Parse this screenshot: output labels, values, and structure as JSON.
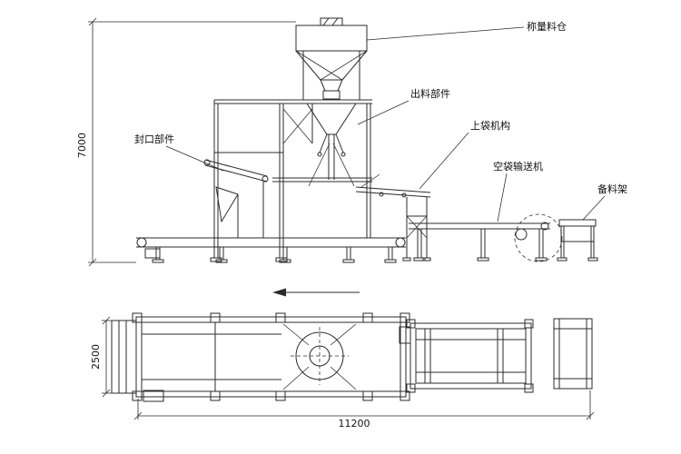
{
  "drawing": {
    "title": "bagging-machine-general-arrangement",
    "labels": {
      "weighing_hopper": "称量料仓",
      "discharge_unit": "出料部件",
      "bag_loading": "上袋机构",
      "sealing_unit": "封口部件",
      "empty_bag_conveyor": "空袋输送机",
      "spare_rack": "备料架"
    },
    "dimensions": {
      "overall_height": "7000",
      "plan_width": "2500",
      "overall_length": "11200"
    },
    "colors": {
      "line": "#2b2b2b",
      "background": "#ffffff"
    }
  }
}
